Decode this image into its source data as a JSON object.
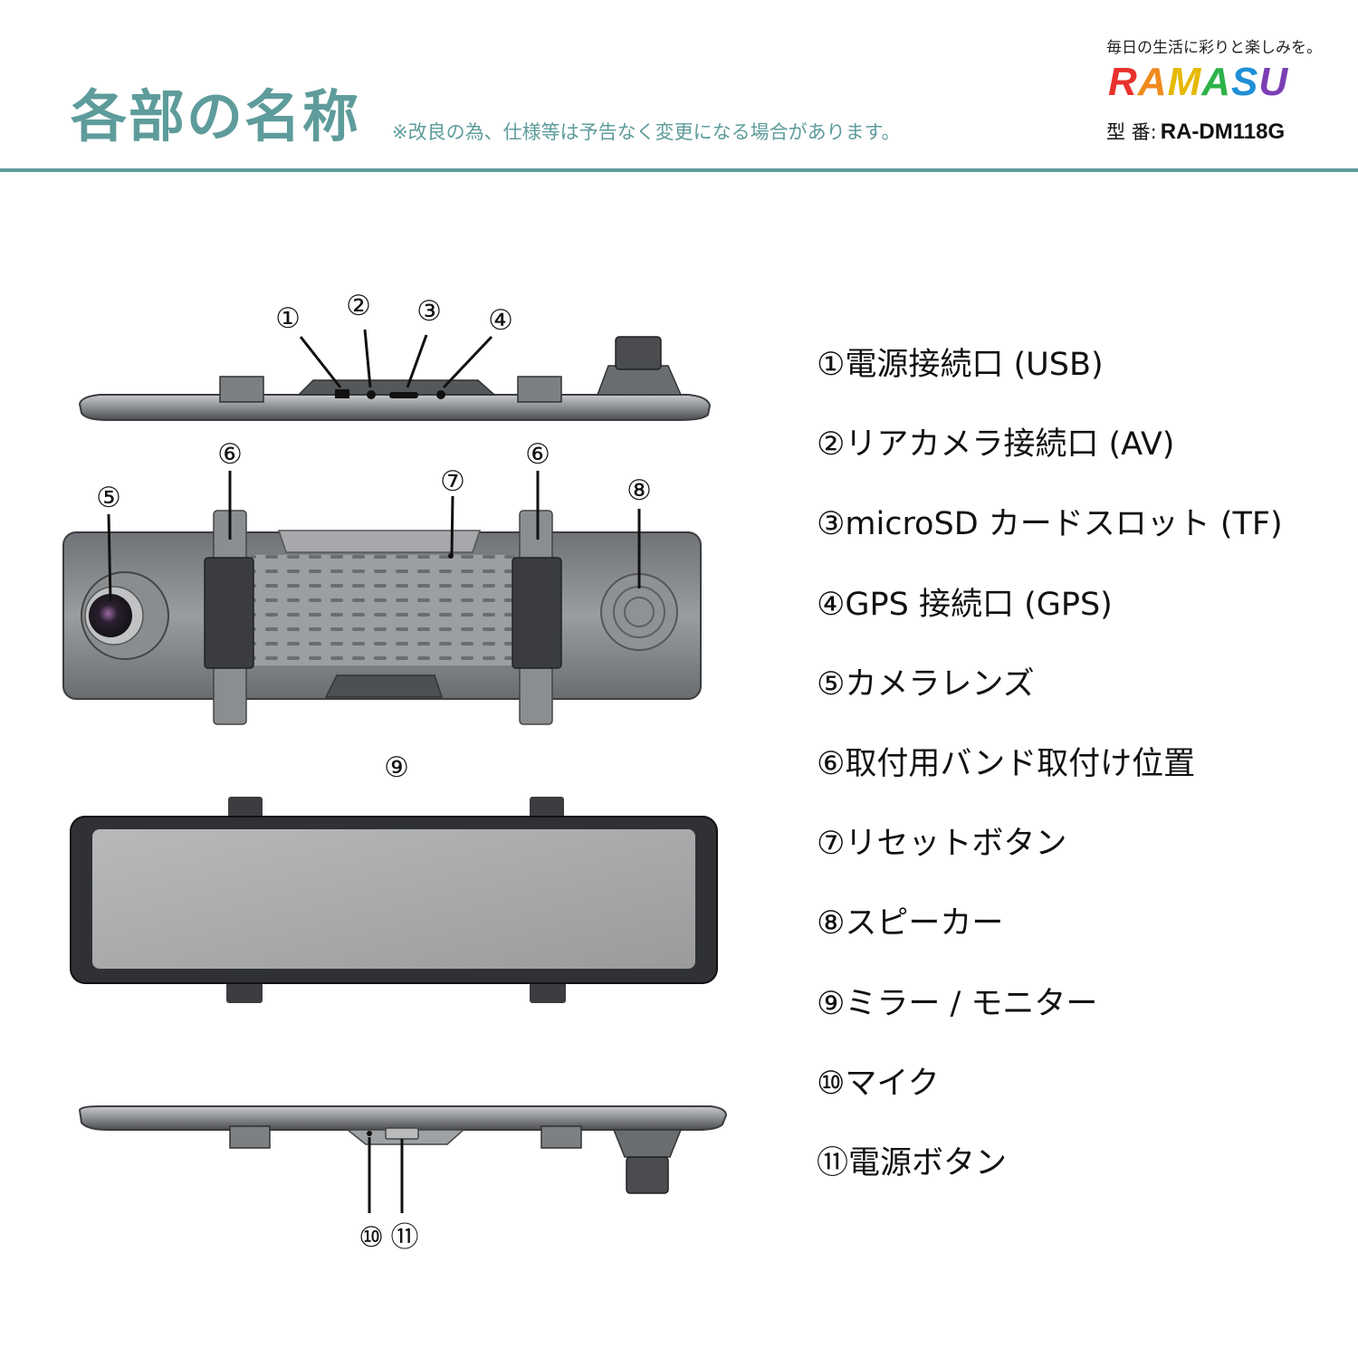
{
  "header": {
    "title": "各部の名称",
    "note": "※改良の為、仕様等は予告なく変更になる場合があります。",
    "tagline": "毎日の生活に彩りと楽しみを。",
    "brand_letters": [
      "R",
      "A",
      "M",
      "A",
      "S",
      "U"
    ],
    "brand_colors": [
      "#e8312c",
      "#f08a1c",
      "#f4c21a",
      "#2db34a",
      "#1f8fd6",
      "#7b3fb4"
    ],
    "model_label": "型 番:",
    "model_number": "RA-DM118G"
  },
  "callouts": {
    "c1": "①",
    "c2": "②",
    "c3": "③",
    "c4": "④",
    "c5": "⑤",
    "c6a": "⑥",
    "c6b": "⑥",
    "c7": "⑦",
    "c8": "⑧",
    "c9": "⑨",
    "c10": "⑩",
    "c11": "⑪"
  },
  "legend": [
    "①電源接続口 (USB)",
    "②リアカメラ接続口 (AV)",
    "③microSD カードスロット (TF)",
    "④GPS 接続口 (GPS)",
    "⑤カメラレンズ",
    "⑥取付用バンド取付け位置",
    "⑦リセットボタン",
    "⑧スピーカー",
    "⑨ミラー / モニター",
    "⑩マイク",
    "⑪電源ボタン"
  ],
  "colors": {
    "accent": "#5e9c9b",
    "device_body": "#8a8d90",
    "device_dark": "#3b3d40",
    "screen": "#a9aaab"
  }
}
